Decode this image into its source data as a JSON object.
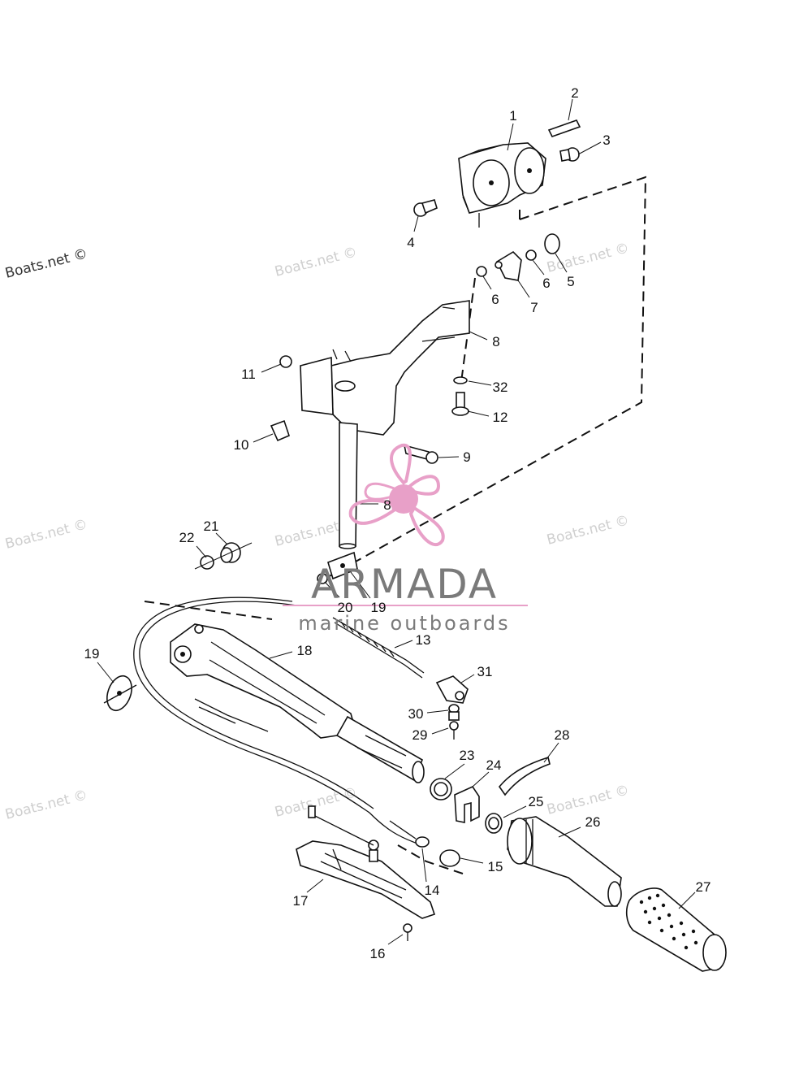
{
  "watermarks": {
    "site_dark": "Boats.net ©",
    "site_light": "Boats.net ©"
  },
  "logo": {
    "name": "ARMADA",
    "tagline": "marine outboards",
    "accent_color": "#e8a0c8"
  },
  "callouts": [
    "1",
    "2",
    "3",
    "4",
    "5",
    "6",
    "6",
    "7",
    "8",
    "32",
    "11",
    "12",
    "10",
    "9",
    "8",
    "22",
    "21",
    "20",
    "19",
    "13",
    "18",
    "19",
    "31",
    "30",
    "29",
    "23",
    "24",
    "28",
    "25",
    "26",
    "15",
    "14",
    "17",
    "27",
    "16"
  ]
}
